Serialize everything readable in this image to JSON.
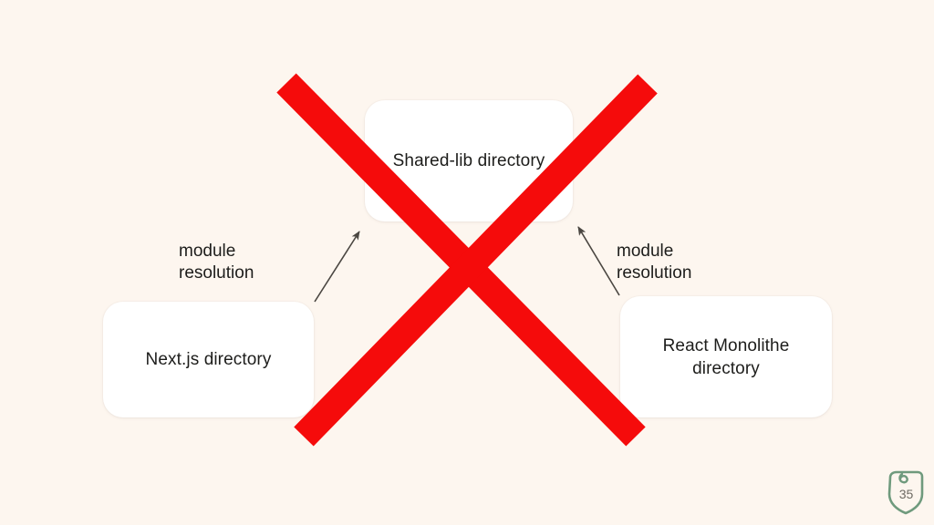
{
  "slide": {
    "background_color": "#fdf6ef",
    "text_color": "#1d1d1b"
  },
  "diagram": {
    "title_node": {
      "id": "shared-lib",
      "label": "Shared-lib directory"
    },
    "nodes": [
      {
        "id": "shared-lib",
        "label": "Shared-lib directory"
      },
      {
        "id": "next-js",
        "label": "Next.js directory"
      },
      {
        "id": "react-monolithe",
        "label": "React Monolithe\ndirectory"
      }
    ],
    "edges": [
      {
        "id": "next-to-shared",
        "from": "next-js",
        "to": "shared-lib",
        "label": "module\nresolution",
        "arrow": "to"
      },
      {
        "id": "react-to-shared",
        "from": "react-monolithe",
        "to": "shared-lib",
        "label": "module\nresolution",
        "arrow": "to"
      }
    ],
    "annotation": {
      "id": "invalidation-cross",
      "icon": "red-cross-strikethrough",
      "color": "#f50b0b",
      "meaning": "crossed-out"
    }
  },
  "footer": {
    "logo_icon": "leaf-shield-logo",
    "logo_color": "#6f9a7d",
    "page_number": "35"
  }
}
